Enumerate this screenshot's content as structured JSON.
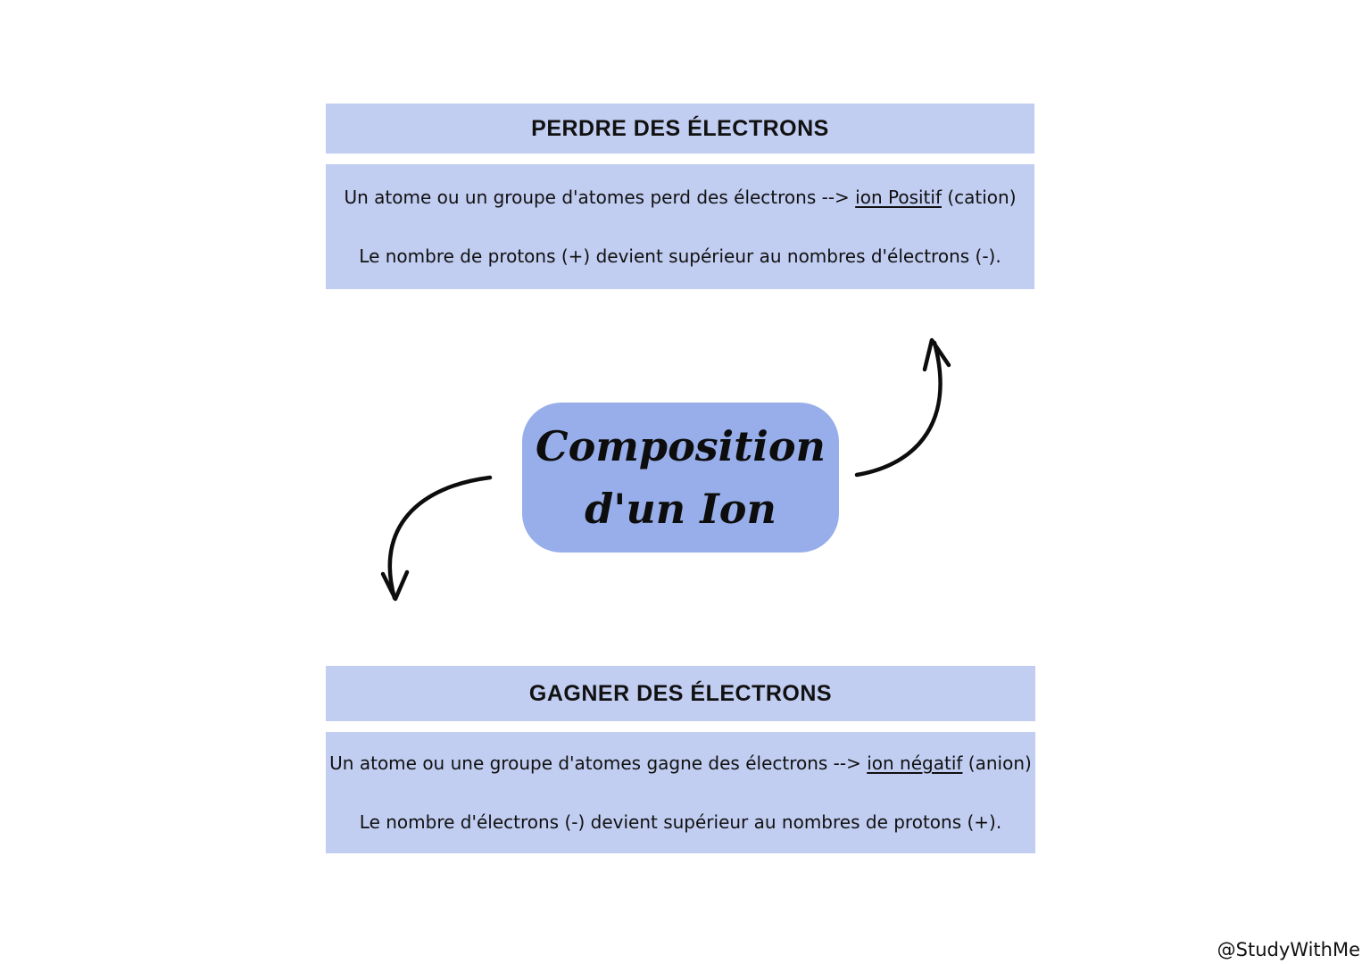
{
  "top_section": {
    "title": "PERDRE DES ÉLECTRONS",
    "line1_prefix": "Un atome ou un groupe d'atomes perd des électrons --> ",
    "line1_term": "ion Positif",
    "line1_suffix": " (cation)",
    "line2": "Le nombre de protons (+) devient supérieur au nombres d'électrons (-)."
  },
  "center": {
    "line1": "Composition",
    "line2": "d'un Ion"
  },
  "bottom_section": {
    "title": "GAGNER DES ÉLECTRONS",
    "line1_prefix": "Un atome ou une groupe d'atomes gagne des électrons --> ",
    "line1_term": "ion négatif",
    "line1_suffix": " (anion)",
    "line2": "Le nombre d'électrons (-) devient supérieur au nombres de protons (+)."
  },
  "credit": "@StudyWithMe",
  "colors": {
    "box_fill": "#c1cdf1",
    "center_fill": "#97aeea",
    "text": "#111111"
  }
}
